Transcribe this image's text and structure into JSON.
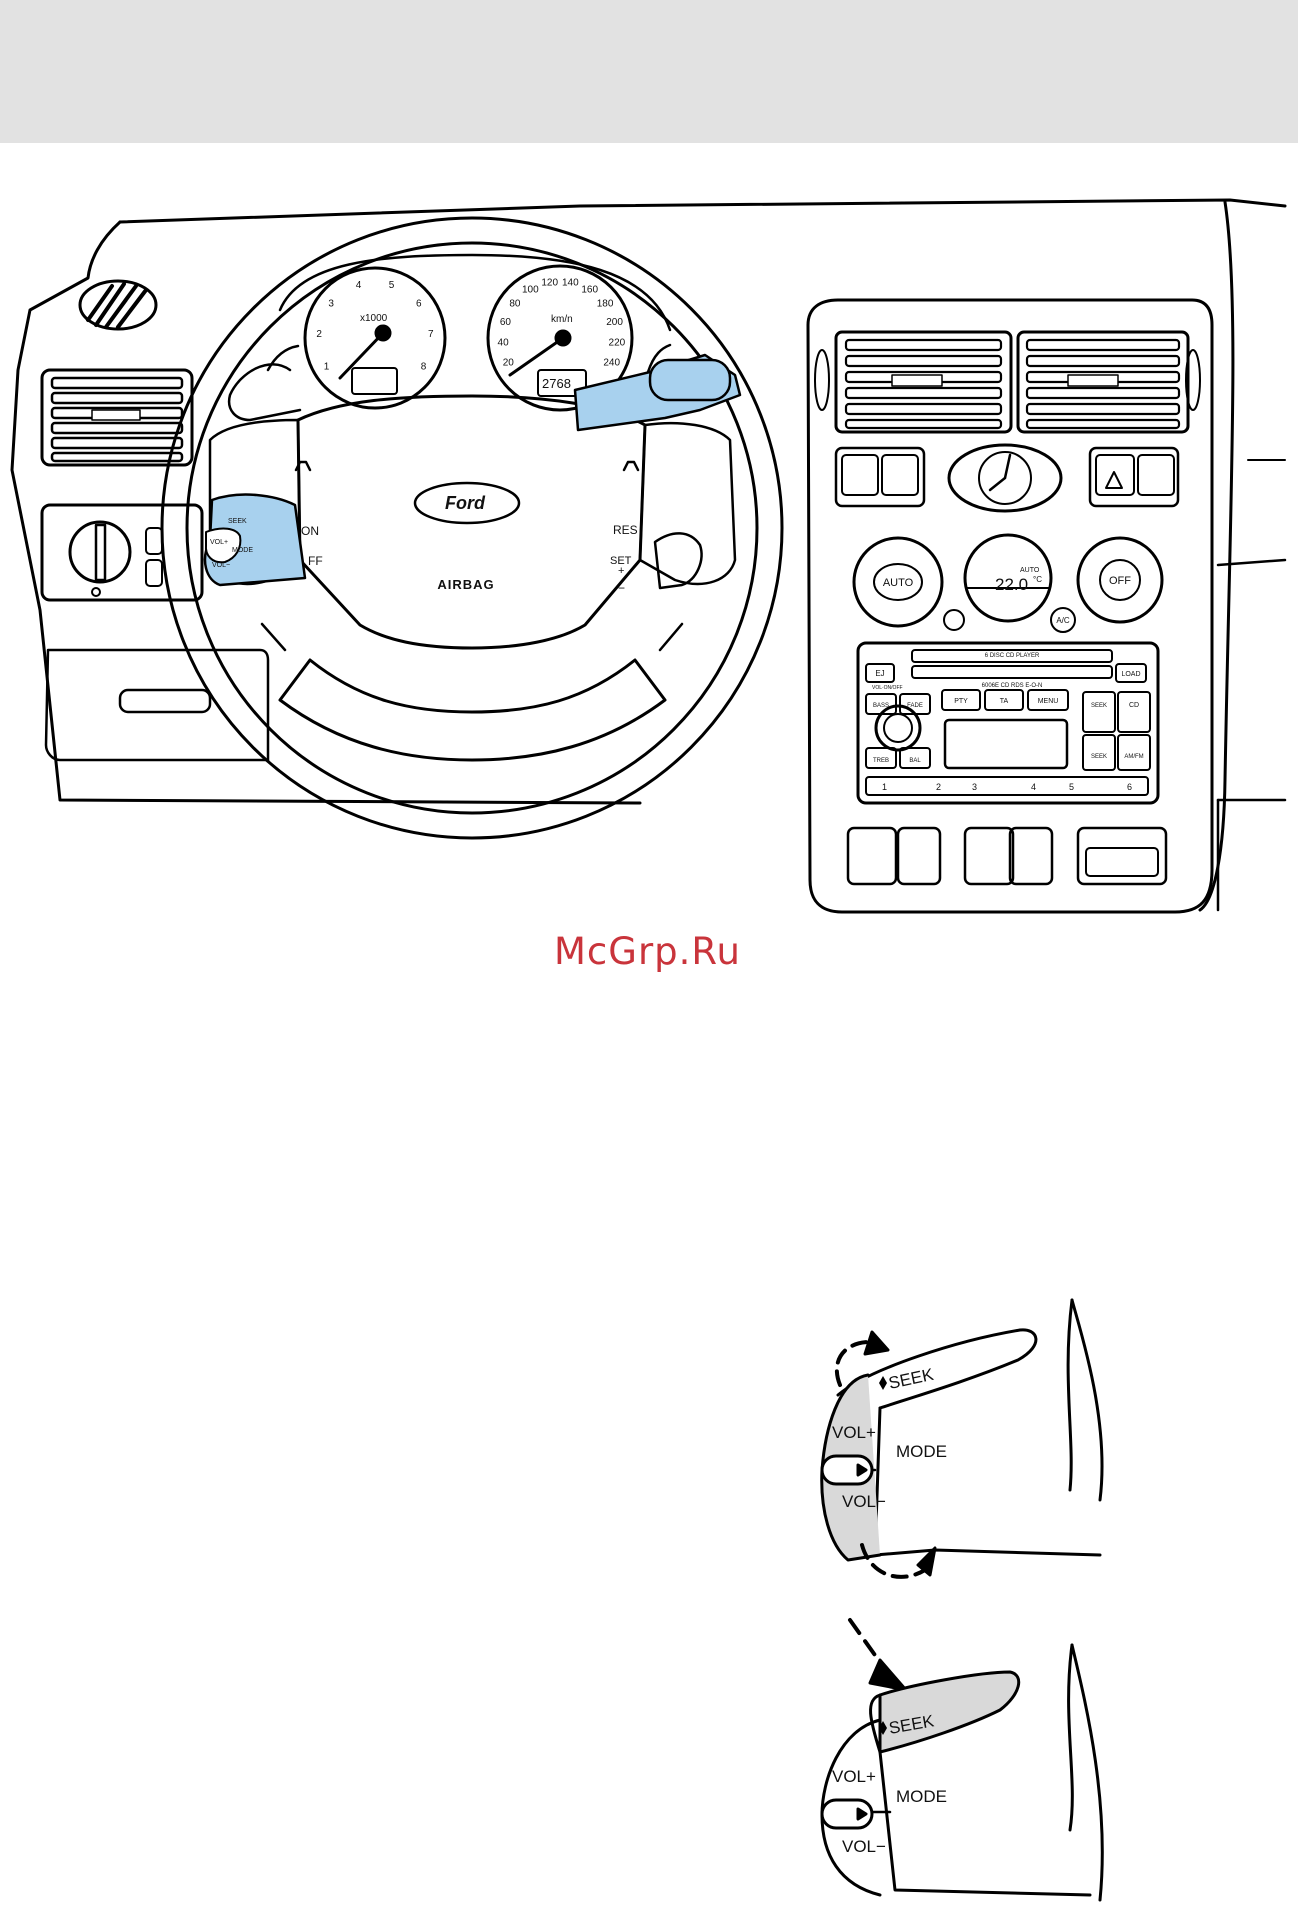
{
  "watermark": "McGrp.Ru",
  "dashboard": {
    "tachometer": {
      "unit": "x1000",
      "ticks": [
        "1",
        "2",
        "3",
        "4",
        "5",
        "6",
        "7",
        "8"
      ]
    },
    "speedometer": {
      "unit": "km/n",
      "ticks": [
        "20",
        "40",
        "60",
        "80",
        "100",
        "120",
        "140",
        "160",
        "180",
        "200",
        "220",
        "240"
      ],
      "odometer": "2768"
    },
    "wheel_logo": "Ford",
    "airbag_label": "AIRBAG",
    "wheel_left_buttons": [
      "ON",
      "FF"
    ],
    "wheel_right_buttons": [
      "RES",
      "SET",
      "+",
      "−"
    ],
    "climate": {
      "auto": "AUTO",
      "off": "OFF",
      "ac": "A/C",
      "display_value": "22.0",
      "display_unit": "°C",
      "display_mode": "AUTO"
    },
    "radio": {
      "cd_slot_label": "6 DISC CD PLAYER",
      "model_label": "6006E  CD RDS E-O-N",
      "vol_label": "VOL·ON/OFF",
      "eject": "EJ",
      "load": "LOAD",
      "buttons": [
        "BASS",
        "FADE",
        "PTY",
        "TA",
        "MENU",
        "SEEK",
        "CD",
        "TREB",
        "BAL",
        "SEEK",
        "AM/FM"
      ],
      "presets": [
        "1",
        "2",
        "3",
        "4",
        "5",
        "6"
      ]
    },
    "lever_inset": {
      "seek": "SEEK",
      "vol_plus": "VOL+",
      "mode": "MODE",
      "vol_minus": "VOL−"
    }
  },
  "detail_top": {
    "seek": "SEEK",
    "vol_plus": "VOL+",
    "mode": "MODE",
    "vol_minus": "VOL−"
  },
  "detail_bottom": {
    "seek": "SEEK",
    "vol_plus": "VOL+",
    "mode": "MODE",
    "vol_minus": "VOL−"
  }
}
